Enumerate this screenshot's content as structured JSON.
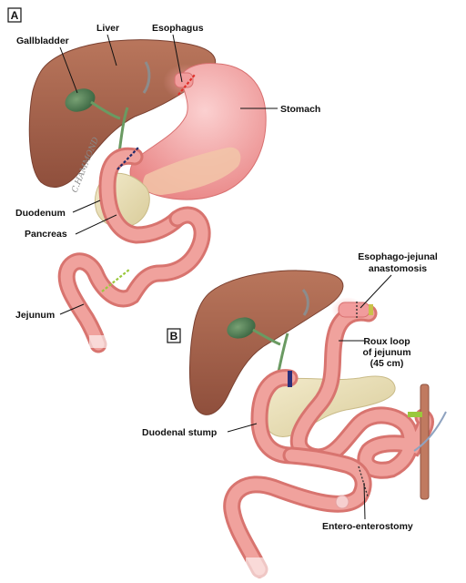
{
  "panels": {
    "a": "A",
    "b": "B"
  },
  "labels": {
    "liver": "Liver",
    "gallbladder": "Gallbladder",
    "esophagus": "Esophagus",
    "stomach": "Stomach",
    "duodenum": "Duodenum",
    "pancreas": "Pancreas",
    "jejunum": "Jejunum",
    "ej_anastomosis_line1": "Esophago-jejunal",
    "ej_anastomosis_line2": "anastomosis",
    "roux_line1": "Roux loop",
    "roux_line2": "of jejunum",
    "roux_line3": "(45 cm)",
    "duodenal_stump": "Duodenal stump",
    "entero_enterostomy": "Entero-enterostomy"
  },
  "signature": "C.HAMMOND",
  "colors": {
    "liver": "#b06a52",
    "gallbladder": "#4f7a52",
    "stomach": "#f3a6a6",
    "bowel": "#e9928d",
    "pancreas": "#ece2bd",
    "cut_red": "#e0302a",
    "cut_navy": "#1f2a6a",
    "cut_green": "#9ac83c"
  }
}
